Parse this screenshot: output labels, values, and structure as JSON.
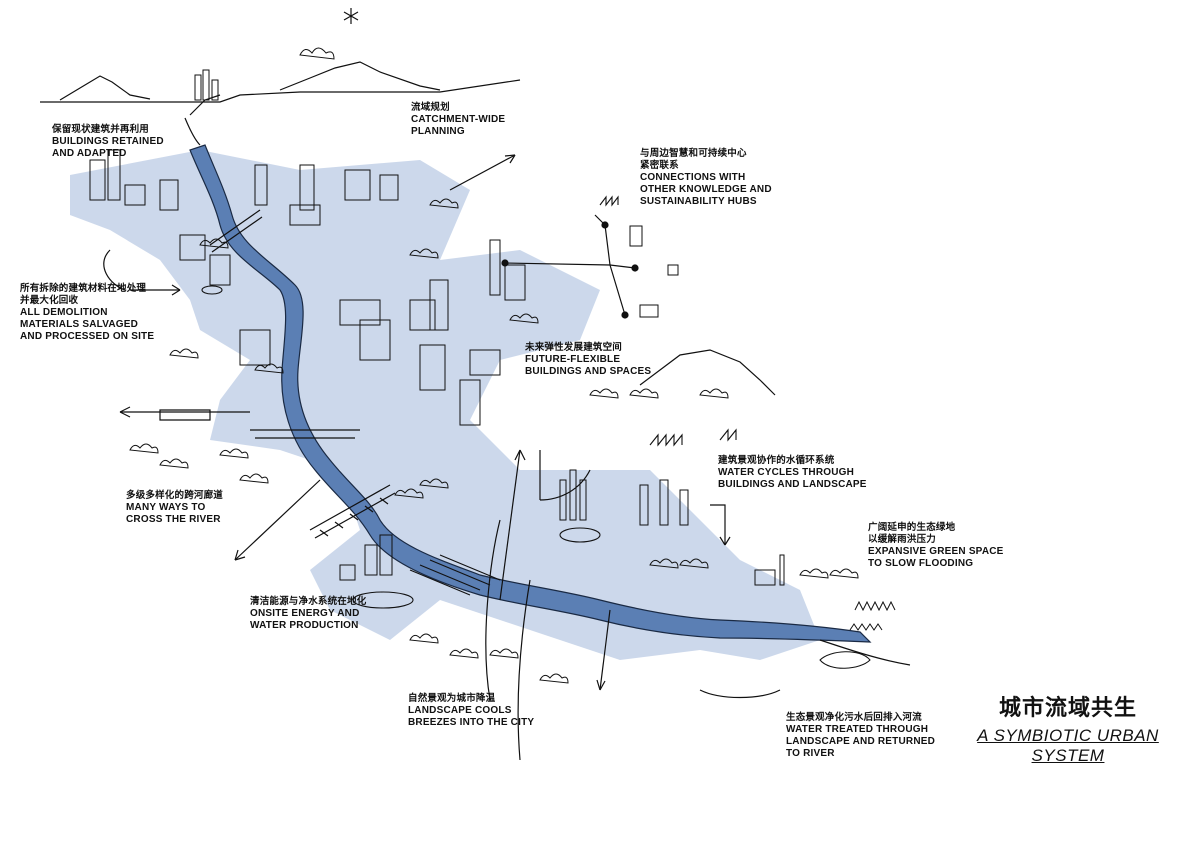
{
  "title": {
    "zh": "城市流域共生",
    "en": "A SYMBIOTIC URBAN SYSTEM"
  },
  "colors": {
    "river": "#5b7fb4",
    "zone": "#c9d6ea",
    "ink": "#111111"
  },
  "labels": {
    "buildings_retained": {
      "zh": "保留现状建筑并再利用",
      "en": "BUILDINGS RETAINED\nAND ADAPTED"
    },
    "catchment": {
      "zh": "流域规划",
      "en": "CATCHMENT-WIDE\nPLANNING"
    },
    "connections": {
      "zh": "与周边智慧和可持续中心\n紧密联系",
      "en": "CONNECTIONS WITH\nOTHER KNOWLEDGE AND\nSUSTAINABILITY HUBS"
    },
    "demolition": {
      "zh": "所有拆除的建筑材料在地处理\n并最大化回收",
      "en": "ALL DEMOLITION\nMATERIALS SALVAGED\nAND PROCESSED ON SITE"
    },
    "future_flexible": {
      "zh": "未来弹性发展建筑空间",
      "en": "FUTURE-FLEXIBLE\nBUILDINGS AND SPACES"
    },
    "water_cycles": {
      "zh": "建筑景观协作的水循环系统",
      "en": "WATER CYCLES THROUGH\nBUILDINGS AND LANDSCAPE"
    },
    "many_ways": {
      "zh": "多级多样化的跨河廊道",
      "en": "MANY WAYS TO\nCROSS THE RIVER"
    },
    "green_space": {
      "zh": "广阔延申的生态绿地\n以缓解雨洪压力",
      "en": "EXPANSIVE GREEN SPACE\nTO SLOW FLOODING"
    },
    "clean_energy": {
      "zh": "清洁能源与净水系统在地化",
      "en": "ONSITE ENERGY AND\nWATER PRODUCTION"
    },
    "landscape_cools": {
      "zh": "自然景观为城市降温",
      "en": "LANDSCAPE COOLS\nBREEZES INTO THE CITY"
    },
    "water_treated": {
      "zh": "生态景观净化污水后回排入河流",
      "en": "WATER TREATED THROUGH\nLANDSCAPE AND RETURNED\nTO RIVER"
    }
  }
}
